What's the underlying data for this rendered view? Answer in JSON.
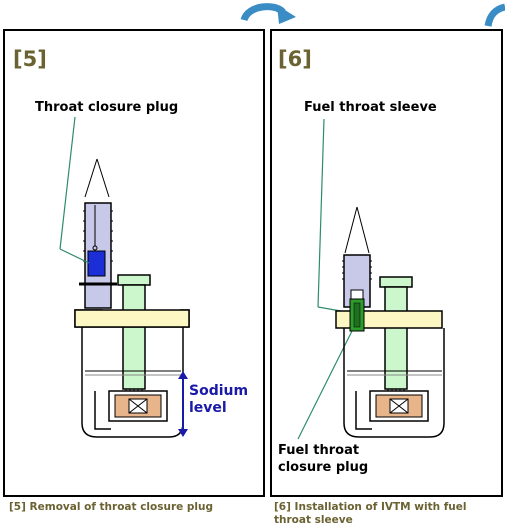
{
  "panel5": {
    "step": "[5]",
    "label": "Throat closure plug",
    "sodium": "Sodium",
    "level": "level",
    "caption": "[5] Removal of throat closure plug"
  },
  "panel6": {
    "step": "[6]",
    "label_top": "Fuel throat sleeve",
    "label_bottom_1": "Fuel throat",
    "label_bottom_2": "closure plug",
    "caption_1": "[6] Installation of IVTM with fuel",
    "caption_2": "throat sleeve"
  },
  "colors": {
    "step_text": "#6b6232",
    "sodium_arrow": "#1a1aa8",
    "leader_line": "#2e8b70",
    "nozzle_fill": "#fdf7c3",
    "rotating_shield": "#ccf6cc",
    "flask": "#c8c8e8",
    "plug": "#1c2fd6",
    "sleeve": "#2d9c2d",
    "core_block": "#e8b48a",
    "curved_arrow": "#3a8cc4"
  }
}
